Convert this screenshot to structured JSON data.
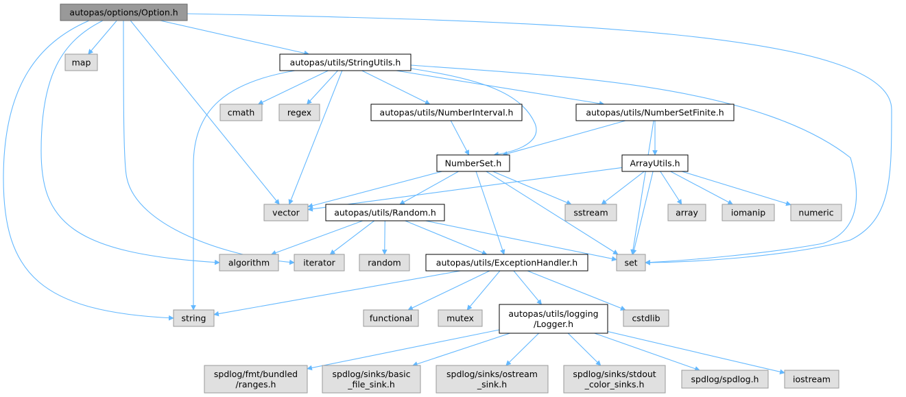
{
  "colors": {
    "edge": "#63b8ff",
    "root_fill": "#999999",
    "root_stroke": "#666666",
    "doc_fill": "#ffffff",
    "doc_stroke": "#000000",
    "system_fill": "#e0e0e0",
    "system_stroke": "#999999"
  },
  "nodes": {
    "option": {
      "lines": [
        "autopas/options/Option.h"
      ],
      "kind": "root"
    },
    "map": {
      "lines": [
        "map"
      ],
      "kind": "system"
    },
    "stringutils": {
      "lines": [
        "autopas/utils/StringUtils.h"
      ],
      "kind": "doc"
    },
    "cmath": {
      "lines": [
        "cmath"
      ],
      "kind": "system"
    },
    "regex": {
      "lines": [
        "regex"
      ],
      "kind": "system"
    },
    "numberinterval": {
      "lines": [
        "autopas/utils/NumberInterval.h"
      ],
      "kind": "doc"
    },
    "numbersetfinite": {
      "lines": [
        "autopas/utils/NumberSetFinite.h"
      ],
      "kind": "doc"
    },
    "numberset": {
      "lines": [
        "NumberSet.h"
      ],
      "kind": "doc"
    },
    "arrayutils": {
      "lines": [
        "ArrayUtils.h"
      ],
      "kind": "doc"
    },
    "vector": {
      "lines": [
        "vector"
      ],
      "kind": "system"
    },
    "random_h": {
      "lines": [
        "autopas/utils/Random.h"
      ],
      "kind": "doc"
    },
    "sstream": {
      "lines": [
        "sstream"
      ],
      "kind": "system"
    },
    "array": {
      "lines": [
        "array"
      ],
      "kind": "system"
    },
    "iomanip": {
      "lines": [
        "iomanip"
      ],
      "kind": "system"
    },
    "numeric": {
      "lines": [
        "numeric"
      ],
      "kind": "system"
    },
    "algorithm": {
      "lines": [
        "algorithm"
      ],
      "kind": "system"
    },
    "iterator": {
      "lines": [
        "iterator"
      ],
      "kind": "system"
    },
    "random": {
      "lines": [
        "random"
      ],
      "kind": "system"
    },
    "exceptionhandler": {
      "lines": [
        "autopas/utils/ExceptionHandler.h"
      ],
      "kind": "doc"
    },
    "set": {
      "lines": [
        "set"
      ],
      "kind": "system"
    },
    "string": {
      "lines": [
        "string"
      ],
      "kind": "system"
    },
    "functional": {
      "lines": [
        "functional"
      ],
      "kind": "system"
    },
    "mutex": {
      "lines": [
        "mutex"
      ],
      "kind": "system"
    },
    "logger": {
      "lines": [
        "autopas/utils/logging",
        "/Logger.h"
      ],
      "kind": "doc"
    },
    "cstdlib": {
      "lines": [
        "cstdlib"
      ],
      "kind": "system"
    },
    "ranges": {
      "lines": [
        "spdlog/fmt/bundled",
        "/ranges.h"
      ],
      "kind": "system"
    },
    "basic_file_sink": {
      "lines": [
        "spdlog/sinks/basic",
        "_file_sink.h"
      ],
      "kind": "system"
    },
    "ostream_sink": {
      "lines": [
        "spdlog/sinks/ostream",
        "_sink.h"
      ],
      "kind": "system"
    },
    "stdout_color": {
      "lines": [
        "spdlog/sinks/stdout",
        "_color_sinks.h"
      ],
      "kind": "system"
    },
    "spdlog": {
      "lines": [
        "spdlog/spdlog.h"
      ],
      "kind": "system"
    },
    "iostream": {
      "lines": [
        "iostream"
      ],
      "kind": "system"
    }
  },
  "edges": [
    [
      "option",
      "map"
    ],
    [
      "option",
      "stringutils"
    ],
    [
      "option",
      "vector"
    ],
    [
      "option",
      "algorithm"
    ],
    [
      "option",
      "iterator"
    ],
    [
      "option",
      "string"
    ],
    [
      "option",
      "set"
    ],
    [
      "stringutils",
      "cmath"
    ],
    [
      "stringutils",
      "regex"
    ],
    [
      "stringutils",
      "numberinterval"
    ],
    [
      "stringutils",
      "numbersetfinite"
    ],
    [
      "stringutils",
      "numberset"
    ],
    [
      "stringutils",
      "vector"
    ],
    [
      "stringutils",
      "string"
    ],
    [
      "stringutils",
      "set"
    ],
    [
      "numberinterval",
      "numberset"
    ],
    [
      "numbersetfinite",
      "numberset"
    ],
    [
      "numbersetfinite",
      "arrayutils"
    ],
    [
      "numbersetfinite",
      "set"
    ],
    [
      "numberset",
      "vector"
    ],
    [
      "numberset",
      "random_h"
    ],
    [
      "numberset",
      "sstream"
    ],
    [
      "numberset",
      "exceptionhandler"
    ],
    [
      "numberset",
      "set"
    ],
    [
      "arrayutils",
      "vector"
    ],
    [
      "arrayutils",
      "sstream"
    ],
    [
      "arrayutils",
      "array"
    ],
    [
      "arrayutils",
      "iomanip"
    ],
    [
      "arrayutils",
      "numeric"
    ],
    [
      "arrayutils",
      "set"
    ],
    [
      "random_h",
      "algorithm"
    ],
    [
      "random_h",
      "iterator"
    ],
    [
      "random_h",
      "random"
    ],
    [
      "random_h",
      "exceptionhandler"
    ],
    [
      "random_h",
      "set"
    ],
    [
      "exceptionhandler",
      "string"
    ],
    [
      "exceptionhandler",
      "functional"
    ],
    [
      "exceptionhandler",
      "mutex"
    ],
    [
      "exceptionhandler",
      "logger"
    ],
    [
      "exceptionhandler",
      "cstdlib"
    ],
    [
      "logger",
      "ranges"
    ],
    [
      "logger",
      "basic_file_sink"
    ],
    [
      "logger",
      "ostream_sink"
    ],
    [
      "logger",
      "stdout_color"
    ],
    [
      "logger",
      "spdlog"
    ],
    [
      "logger",
      "iostream"
    ]
  ]
}
